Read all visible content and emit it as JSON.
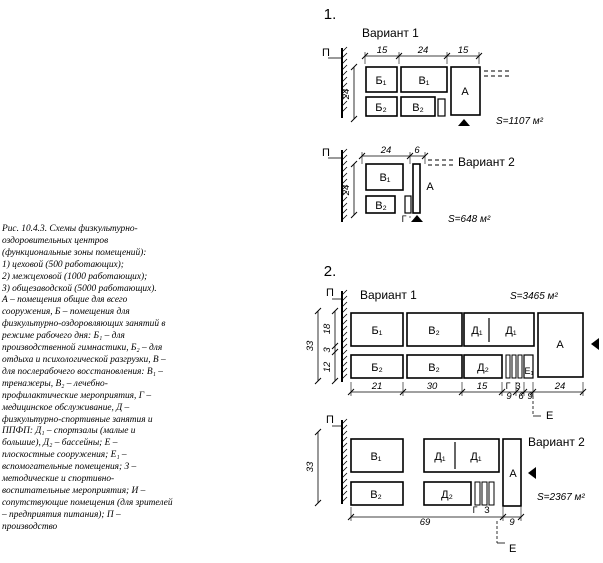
{
  "caption": [
    "Рис. 10.4.3. Схемы физкультурно-",
    "оздоровительных центров",
    "(функциональные зоны помещений):",
    "1) цеховой (500 работающих);",
    "2) межцеховой (1000 работающих);",
    "3) общезаводской (5000 работающих).",
    "А – помещения общие для всего",
    "сооружения, Б – помещения для",
    "физкультурно-оздоровляющих занятий в",
    "режиме рабочего дня: Б₁ – для",
    "производственной гимнастики, Б₂ – для",
    "отдыха и психологической разгрузки, В –",
    "для послерабочего восстановления: В₁ –",
    "тренажеры, В₂ – лечебно-",
    "профилактические мероприятия, Г –",
    "медицинское обслуживание, Д –",
    "физкультурно-спортивные занятия и",
    "ППФП: Д₁ – спортзалы (малые и",
    "большие), Д₂ – бассейны; Е –",
    "плоскостные сооружения; Е₁ –",
    "вспомогательные помещения; З –",
    "методические и спортивно-",
    "воспитательные мероприятия; И –",
    "сопутствующие помещения (для зрителей",
    "– предприятия питания); П –",
    "производство"
  ],
  "diagrams": {
    "sec1": "1.",
    "sec2": "2.",
    "s1v1": {
      "title": "Вариант 1",
      "P": "П",
      "dims": [
        "15",
        "24",
        "15"
      ],
      "vdim": "24",
      "rooms": [
        "Б₁",
        "В₁",
        "Б₂",
        "В₂",
        "А"
      ],
      "area": "S=1107 м²"
    },
    "s1v2": {
      "title": "Вариант 2",
      "P": "П",
      "dims": [
        "24",
        "6"
      ],
      "vdim": "24",
      "rooms": [
        "В₁",
        "В₂",
        "А"
      ],
      "g": "Г",
      "area": "S=648 м²"
    },
    "s2v1": {
      "title": "Вариант 1",
      "P": "П",
      "area": "S=3465 м²",
      "vdims": [
        "33",
        "18",
        "3",
        "12"
      ],
      "rooms": [
        "Б₁",
        "В₂",
        "Д₁",
        "Д₁",
        "Б₂",
        "В₂",
        "Д₂",
        "А",
        "Е₁"
      ],
      "small": [
        "Г",
        "З"
      ],
      "dims": [
        "21",
        "30",
        "15",
        "9",
        "6",
        "9",
        "24"
      ],
      "e": "Е"
    },
    "s2v2": {
      "title": "Вариант 2",
      "P": "П",
      "vdim": "33",
      "rooms": [
        "В₁",
        "Д₁",
        "Д₁",
        "В₂",
        "Д₂",
        "А"
      ],
      "small": [
        "Г",
        "З"
      ],
      "dims": [
        "69",
        "9"
      ],
      "area": "S=2367 м²",
      "e": "Е"
    }
  }
}
